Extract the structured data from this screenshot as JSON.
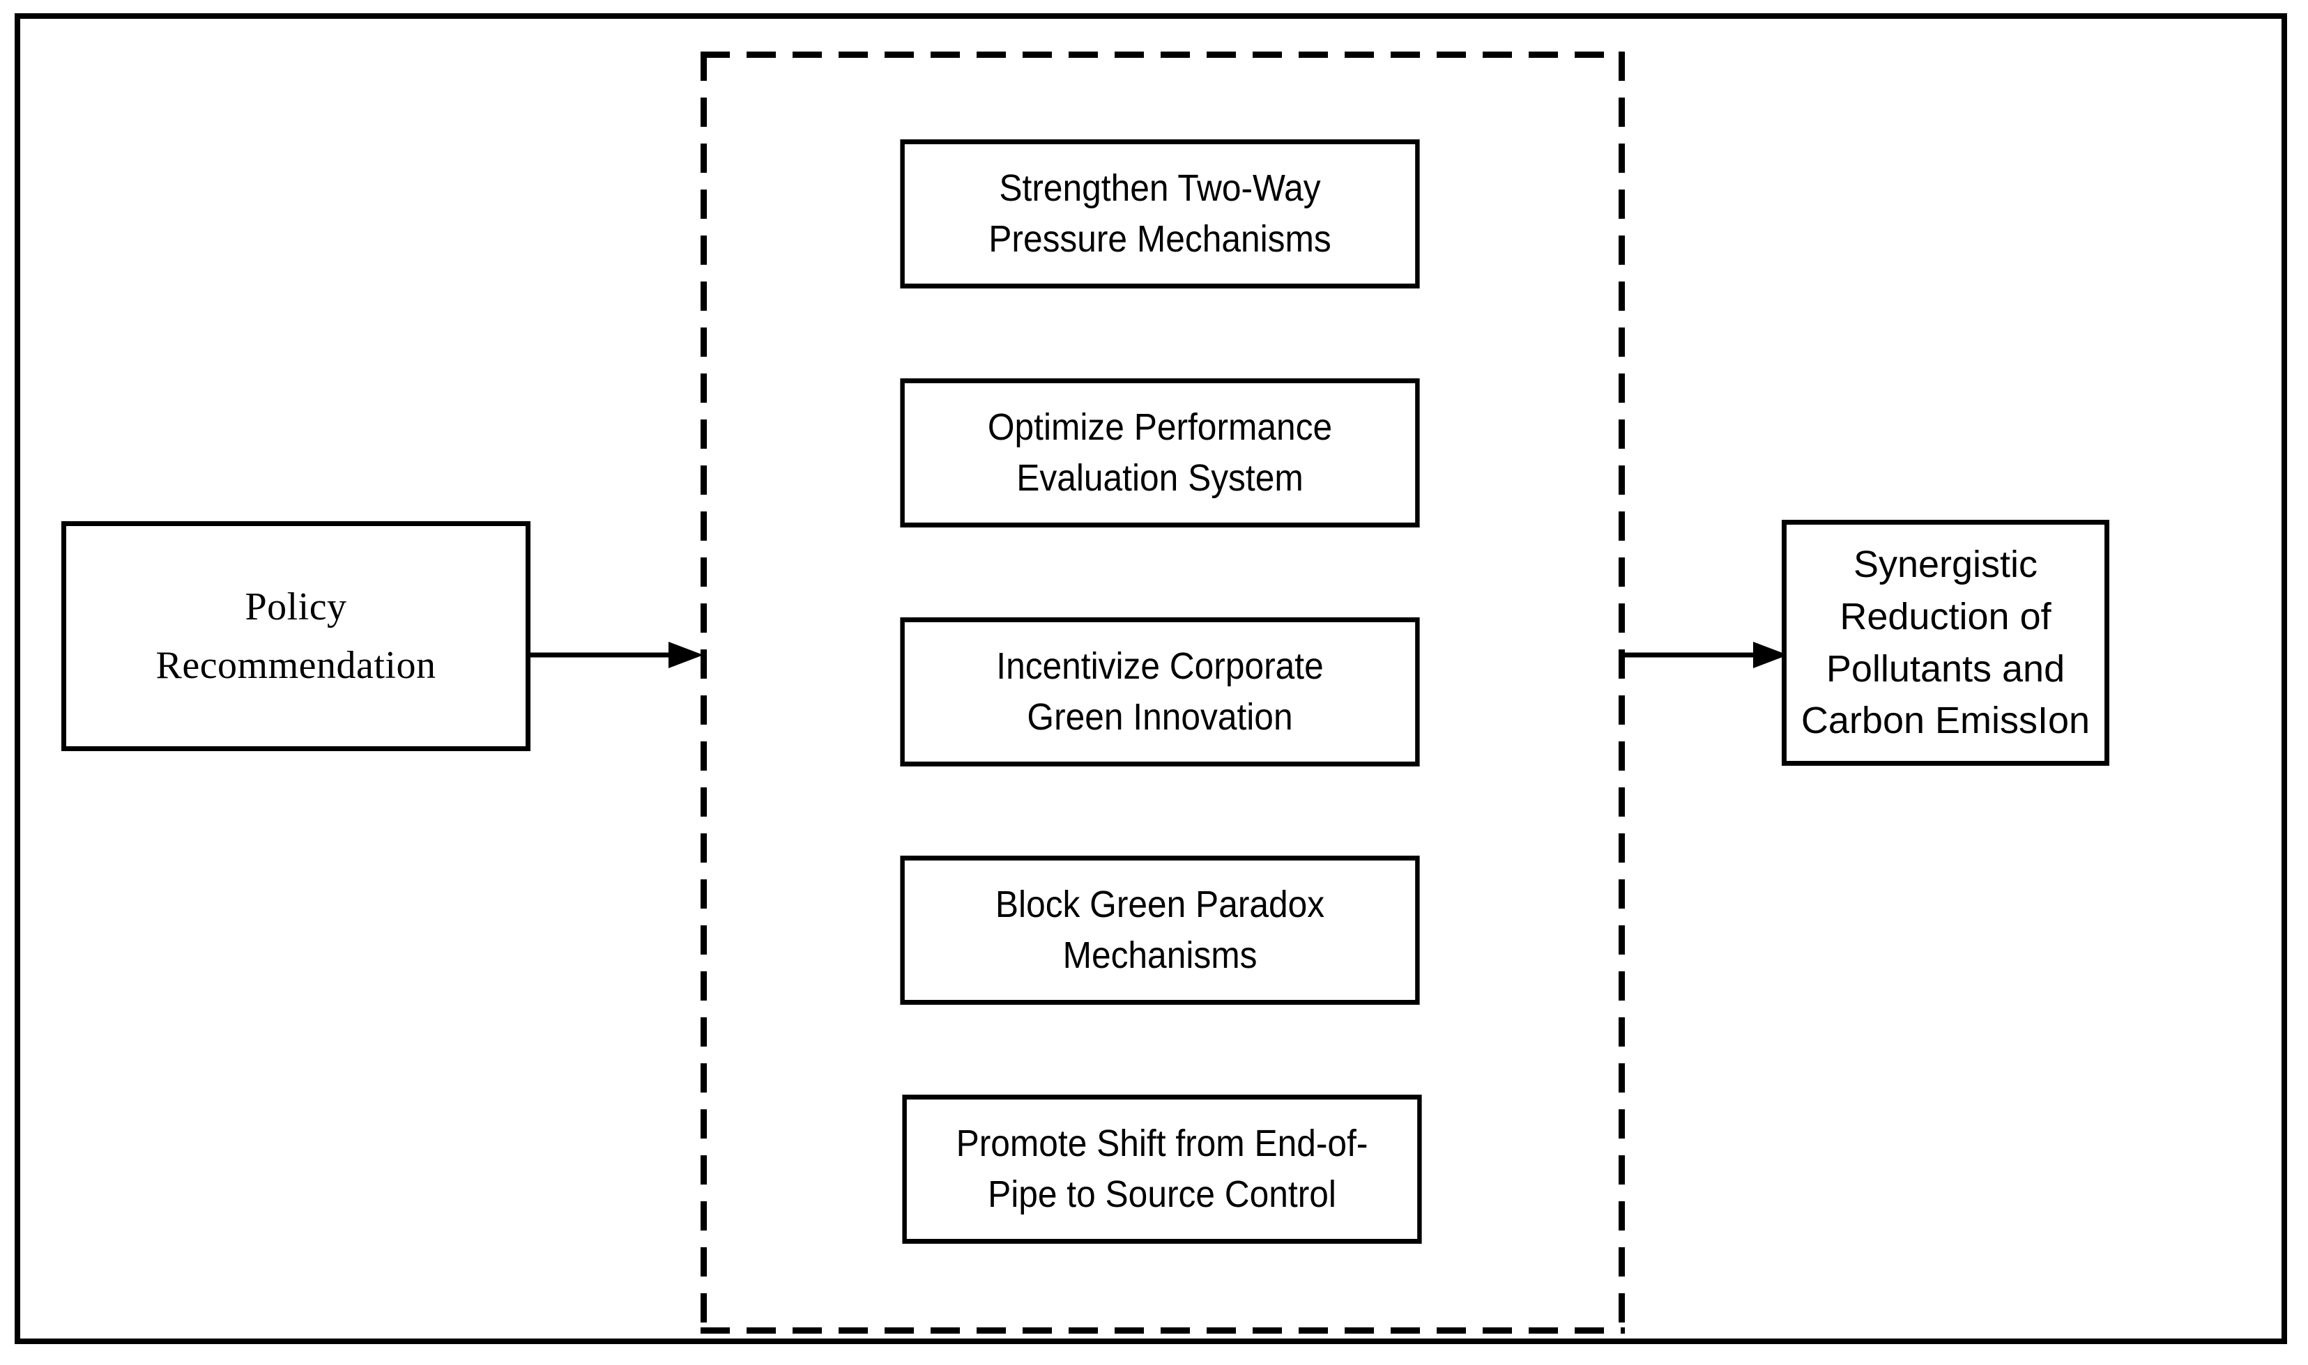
{
  "figure": {
    "type": "policy-flow-diagram",
    "colors": {
      "line": "#000000",
      "background": "#ffffff",
      "text": "#000000"
    }
  },
  "source_node": {
    "label": "Policy Recommendation",
    "line1": "Policy",
    "line2": "Recommendation"
  },
  "measures_group": {
    "border_style": "dashed",
    "items": [
      {
        "id": "two-way-pressure",
        "label": "Strengthen Two-Way Pressure Mechanisms",
        "line1": "Strengthen Two-Way",
        "line2": "Pressure Mechanisms"
      },
      {
        "id": "performance-evaluation",
        "label": "Optimize Performance Evaluation System",
        "line1": "Optimize Performance",
        "line2": "Evaluation System"
      },
      {
        "id": "green-innovation",
        "label": "Incentivize Corporate Green Innovation",
        "line1": "Incentivize Corporate",
        "line2": "Green Innovation"
      },
      {
        "id": "green-paradox",
        "label": "Block Green Paradox Mechanisms",
        "line1": "Block Green Paradox",
        "line2": "Mechanisms"
      },
      {
        "id": "source-control",
        "label": "Promote Shift from End-of-Pipe to Source Control",
        "line1": "Promote Shift from End-of-",
        "line2": "Pipe to Source Control"
      }
    ]
  },
  "outcome_node": {
    "label": "Synergistic Reduction of Pollutants and Carbon EmissIon",
    "line1": "Synergistic Reduction",
    "line2": "of Pollutants and",
    "line3": "Carbon EmissIon"
  },
  "arrows": [
    {
      "id": "arrow-source-to-measures",
      "from": "source_node",
      "to": "measures_group",
      "direction": "right"
    },
    {
      "id": "arrow-measures-to-outcome",
      "from": "measures_group",
      "to": "outcome_node",
      "direction": "right"
    }
  ]
}
